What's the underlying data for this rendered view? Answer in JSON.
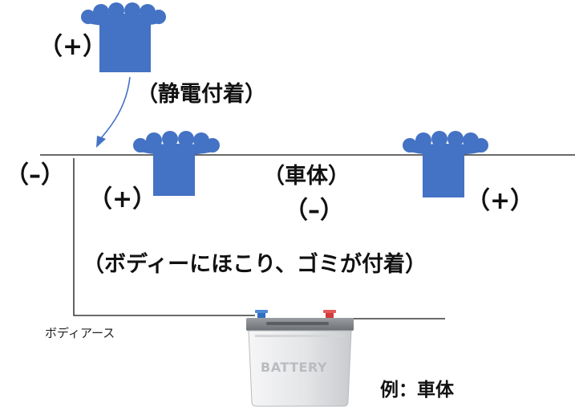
{
  "labels": {
    "dust_top_charge": "（+）",
    "static_attach": "（静電付着）",
    "body_left_charge": "（–）",
    "dust_left_charge": "（+）",
    "body_name": "（車体）",
    "body_charge": "（–）",
    "dust_right_charge": "（+）",
    "caption": "（ボディーにほこり、ゴミが付着）",
    "body_earth": "ボディアース",
    "battery_text": "BATTERY",
    "example": "例：車体"
  },
  "colors": {
    "dust": "#4472c4",
    "line": "#111111",
    "arrow": "#4472c4",
    "battery_body": "#e6e7e9",
    "terminal_negative": "#2f6fc2",
    "terminal_positive": "#d23a3a"
  },
  "icons": [
    "dust-particle-icon",
    "battery-icon",
    "arrow-icon"
  ]
}
